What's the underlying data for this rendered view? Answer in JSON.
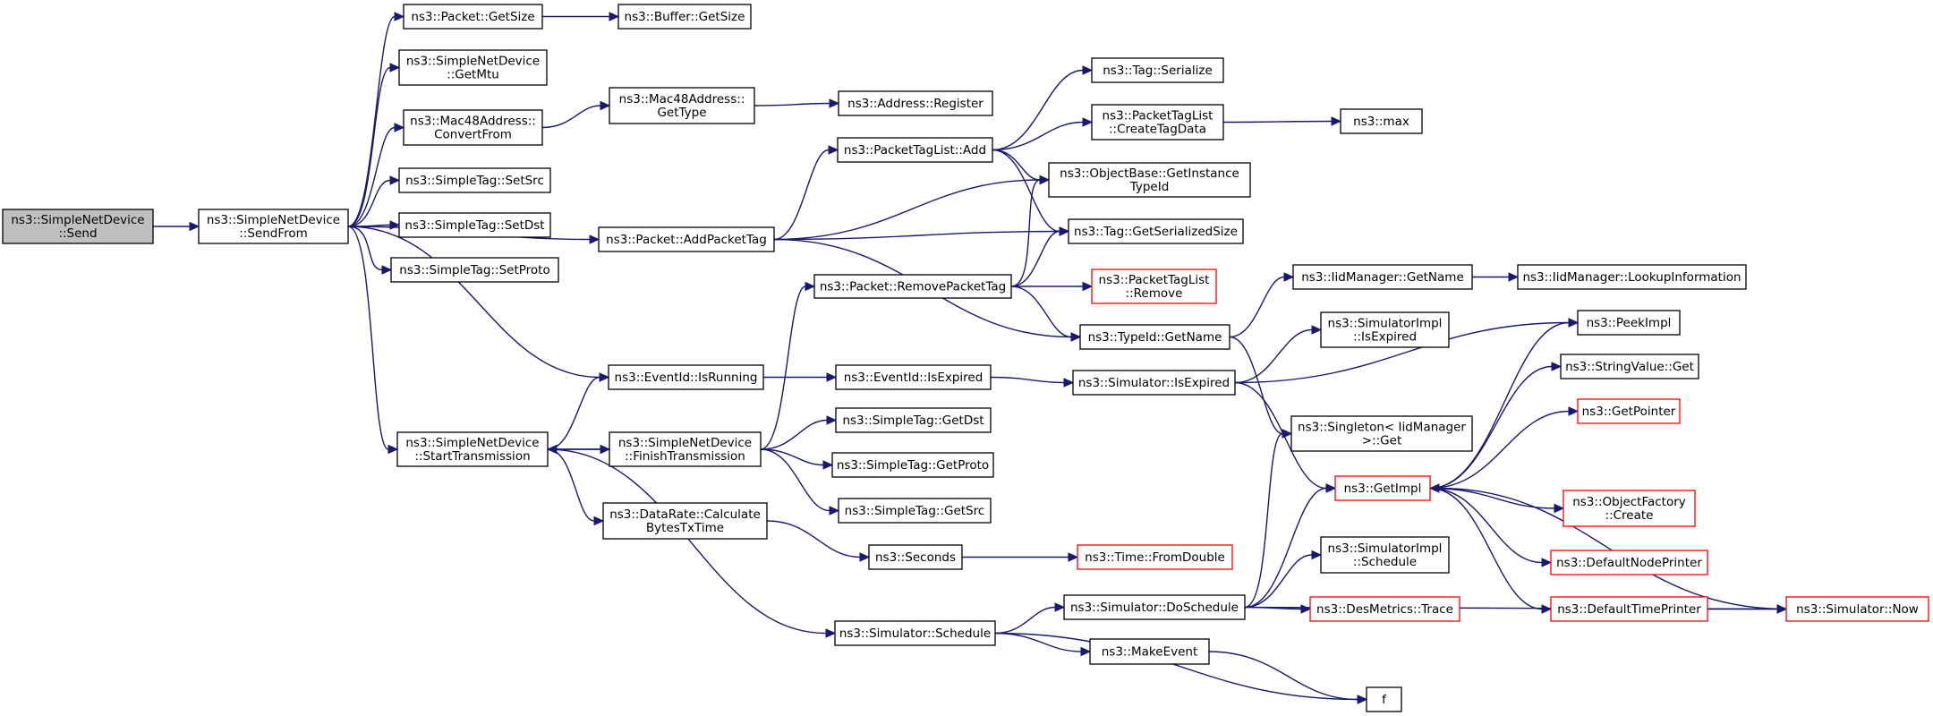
{
  "graph": {
    "colors": {
      "edge": "#191970",
      "node_border": "#000000",
      "truncated_border": "#ff0000",
      "root_fill": "#bfbfbf"
    },
    "nodes": [
      {
        "id": "send",
        "label": [
          "ns3::SimpleNetDevice",
          "::Send"
        ],
        "style": "root"
      },
      {
        "id": "sendfrom",
        "label": [
          "ns3::SimpleNetDevice",
          "::SendFrom"
        ],
        "style": "normal"
      },
      {
        "id": "pkt_getsize",
        "label": [
          "ns3::Packet::GetSize"
        ],
        "style": "normal"
      },
      {
        "id": "buf_getsize",
        "label": [
          "ns3::Buffer::GetSize"
        ],
        "style": "normal"
      },
      {
        "id": "getmtu",
        "label": [
          "ns3::SimpleNetDevice",
          "::GetMtu"
        ],
        "style": "normal"
      },
      {
        "id": "convertfrom",
        "label": [
          "ns3::Mac48Address::",
          "ConvertFrom"
        ],
        "style": "normal"
      },
      {
        "id": "gettype",
        "label": [
          "ns3::Mac48Address::",
          "GetType"
        ],
        "style": "normal"
      },
      {
        "id": "addr_register",
        "label": [
          "ns3::Address::Register"
        ],
        "style": "normal"
      },
      {
        "id": "setsrc",
        "label": [
          "ns3::SimpleTag::SetSrc"
        ],
        "style": "normal"
      },
      {
        "id": "setdst",
        "label": [
          "ns3::SimpleTag::SetDst"
        ],
        "style": "normal"
      },
      {
        "id": "setproto",
        "label": [
          "ns3::SimpleTag::SetProto"
        ],
        "style": "normal"
      },
      {
        "id": "addpackettag",
        "label": [
          "ns3::Packet::AddPacketTag"
        ],
        "style": "normal"
      },
      {
        "id": "ptl_add",
        "label": [
          "ns3::PacketTagList::Add"
        ],
        "style": "normal"
      },
      {
        "id": "tag_serialize",
        "label": [
          "ns3::Tag::Serialize"
        ],
        "style": "normal"
      },
      {
        "id": "createtagdata",
        "label": [
          "ns3::PacketTagList",
          "::CreateTagData"
        ],
        "style": "normal"
      },
      {
        "id": "max",
        "label": [
          "ns3::max"
        ],
        "style": "normal"
      },
      {
        "id": "getinstancetypeid",
        "label": [
          "ns3::ObjectBase::GetInstance",
          "TypeId"
        ],
        "style": "normal"
      },
      {
        "id": "getserializedsize",
        "label": [
          "ns3::Tag::GetSerializedSize"
        ],
        "style": "normal"
      },
      {
        "id": "removepackettag",
        "label": [
          "ns3::Packet::RemovePacketTag"
        ],
        "style": "normal"
      },
      {
        "id": "ptl_remove",
        "label": [
          "ns3::PacketTagList",
          "::Remove"
        ],
        "style": "truncated"
      },
      {
        "id": "iid_getname",
        "label": [
          "ns3::IidManager::GetName"
        ],
        "style": "normal"
      },
      {
        "id": "lookupinfo",
        "label": [
          "ns3::IidManager::LookupInformation"
        ],
        "style": "normal"
      },
      {
        "id": "typeid_getname",
        "label": [
          "ns3::TypeId::GetName"
        ],
        "style": "normal"
      },
      {
        "id": "simimpl_isexpired",
        "label": [
          "ns3::SimulatorImpl",
          "::IsExpired"
        ],
        "style": "normal"
      },
      {
        "id": "peekimpl",
        "label": [
          "ns3::PeekImpl"
        ],
        "style": "normal"
      },
      {
        "id": "isrunning",
        "label": [
          "ns3::EventId::IsRunning"
        ],
        "style": "normal"
      },
      {
        "id": "eventid_isexpired",
        "label": [
          "ns3::EventId::IsExpired"
        ],
        "style": "normal"
      },
      {
        "id": "sim_isexpired",
        "label": [
          "ns3::Simulator::IsExpired"
        ],
        "style": "normal"
      },
      {
        "id": "stringvalue_get",
        "label": [
          "ns3::StringValue::Get"
        ],
        "style": "normal"
      },
      {
        "id": "getpointer",
        "label": [
          "ns3::GetPointer"
        ],
        "style": "truncated"
      },
      {
        "id": "starttx",
        "label": [
          "ns3::SimpleNetDevice",
          "::StartTransmission"
        ],
        "style": "normal"
      },
      {
        "id": "finishtx",
        "label": [
          "ns3::SimpleNetDevice",
          "::FinishTransmission"
        ],
        "style": "normal"
      },
      {
        "id": "getdst",
        "label": [
          "ns3::SimpleTag::GetDst"
        ],
        "style": "normal"
      },
      {
        "id": "singleton_get",
        "label": [
          "ns3::Singleton< IidManager",
          ">::Get"
        ],
        "style": "normal"
      },
      {
        "id": "getproto",
        "label": [
          "ns3::SimpleTag::GetProto"
        ],
        "style": "normal"
      },
      {
        "id": "getimpl",
        "label": [
          "ns3::GetImpl"
        ],
        "style": "truncated"
      },
      {
        "id": "objfactory_create",
        "label": [
          "ns3::ObjectFactory",
          "::Create"
        ],
        "style": "truncated"
      },
      {
        "id": "getsrc",
        "label": [
          "ns3::SimpleTag::GetSrc"
        ],
        "style": "normal"
      },
      {
        "id": "calcbytes",
        "label": [
          "ns3::DataRate::Calculate",
          "BytesTxTime"
        ],
        "style": "normal"
      },
      {
        "id": "simimpl_schedule",
        "label": [
          "ns3::SimulatorImpl",
          "::Schedule"
        ],
        "style": "normal"
      },
      {
        "id": "seconds",
        "label": [
          "ns3::Seconds"
        ],
        "style": "normal"
      },
      {
        "id": "fromdouble",
        "label": [
          "ns3::Time::FromDouble"
        ],
        "style": "truncated"
      },
      {
        "id": "defaultnodeprinter",
        "label": [
          "ns3::DefaultNodePrinter"
        ],
        "style": "truncated"
      },
      {
        "id": "doschedule",
        "label": [
          "ns3::Simulator::DoSchedule"
        ],
        "style": "normal"
      },
      {
        "id": "desmetrics_trace",
        "label": [
          "ns3::DesMetrics::Trace"
        ],
        "style": "truncated"
      },
      {
        "id": "defaulttimeprinter",
        "label": [
          "ns3::DefaultTimePrinter"
        ],
        "style": "truncated"
      },
      {
        "id": "sim_now",
        "label": [
          "ns3::Simulator::Now"
        ],
        "style": "truncated"
      },
      {
        "id": "sim_schedule",
        "label": [
          "ns3::Simulator::Schedule"
        ],
        "style": "normal"
      },
      {
        "id": "makeevent",
        "label": [
          "ns3::MakeEvent"
        ],
        "style": "normal"
      },
      {
        "id": "f",
        "label": [
          "f"
        ],
        "style": "normal"
      }
    ],
    "edges": [
      [
        "send",
        "sendfrom"
      ],
      [
        "sendfrom",
        "pkt_getsize"
      ],
      [
        "sendfrom",
        "getmtu"
      ],
      [
        "sendfrom",
        "convertfrom"
      ],
      [
        "sendfrom",
        "setsrc"
      ],
      [
        "sendfrom",
        "setdst"
      ],
      [
        "sendfrom",
        "setproto"
      ],
      [
        "sendfrom",
        "addpackettag"
      ],
      [
        "sendfrom",
        "isrunning"
      ],
      [
        "sendfrom",
        "starttx"
      ],
      [
        "pkt_getsize",
        "buf_getsize"
      ],
      [
        "convertfrom",
        "gettype"
      ],
      [
        "gettype",
        "addr_register"
      ],
      [
        "addpackettag",
        "ptl_add"
      ],
      [
        "addpackettag",
        "getinstancetypeid"
      ],
      [
        "addpackettag",
        "getserializedsize"
      ],
      [
        "addpackettag",
        "typeid_getname"
      ],
      [
        "ptl_add",
        "tag_serialize"
      ],
      [
        "ptl_add",
        "createtagdata"
      ],
      [
        "ptl_add",
        "getinstancetypeid"
      ],
      [
        "ptl_add",
        "getserializedsize"
      ],
      [
        "createtagdata",
        "max"
      ],
      [
        "removepackettag",
        "getinstancetypeid"
      ],
      [
        "removepackettag",
        "getserializedsize"
      ],
      [
        "removepackettag",
        "ptl_remove"
      ],
      [
        "removepackettag",
        "typeid_getname"
      ],
      [
        "typeid_getname",
        "iid_getname"
      ],
      [
        "typeid_getname",
        "singleton_get"
      ],
      [
        "iid_getname",
        "lookupinfo"
      ],
      [
        "isrunning",
        "eventid_isexpired"
      ],
      [
        "eventid_isexpired",
        "sim_isexpired"
      ],
      [
        "sim_isexpired",
        "simimpl_isexpired"
      ],
      [
        "sim_isexpired",
        "peekimpl"
      ],
      [
        "sim_isexpired",
        "getimpl"
      ],
      [
        "starttx",
        "isrunning"
      ],
      [
        "starttx",
        "finishtx"
      ],
      [
        "starttx",
        "calcbytes"
      ],
      [
        "starttx",
        "sim_schedule"
      ],
      [
        "finishtx",
        "starttx"
      ],
      [
        "finishtx",
        "removepackettag"
      ],
      [
        "finishtx",
        "getdst"
      ],
      [
        "finishtx",
        "getproto"
      ],
      [
        "finishtx",
        "getsrc"
      ],
      [
        "calcbytes",
        "seconds"
      ],
      [
        "seconds",
        "fromdouble"
      ],
      [
        "sim_schedule",
        "doschedule"
      ],
      [
        "sim_schedule",
        "makeevent"
      ],
      [
        "sim_schedule",
        "f"
      ],
      [
        "makeevent",
        "f"
      ],
      [
        "doschedule",
        "singleton_get"
      ],
      [
        "doschedule",
        "getimpl"
      ],
      [
        "doschedule",
        "simimpl_schedule"
      ],
      [
        "doschedule",
        "desmetrics_trace"
      ],
      [
        "doschedule",
        "sim_now"
      ],
      [
        "getimpl",
        "peekimpl"
      ],
      [
        "getimpl",
        "stringvalue_get"
      ],
      [
        "getimpl",
        "getpointer"
      ],
      [
        "getimpl",
        "objfactory_create"
      ],
      [
        "getimpl",
        "defaultnodeprinter"
      ],
      [
        "getimpl",
        "defaulttimeprinter"
      ],
      [
        "defaulttimeprinter",
        "sim_now"
      ],
      [
        "sim_now",
        "getimpl"
      ]
    ]
  }
}
